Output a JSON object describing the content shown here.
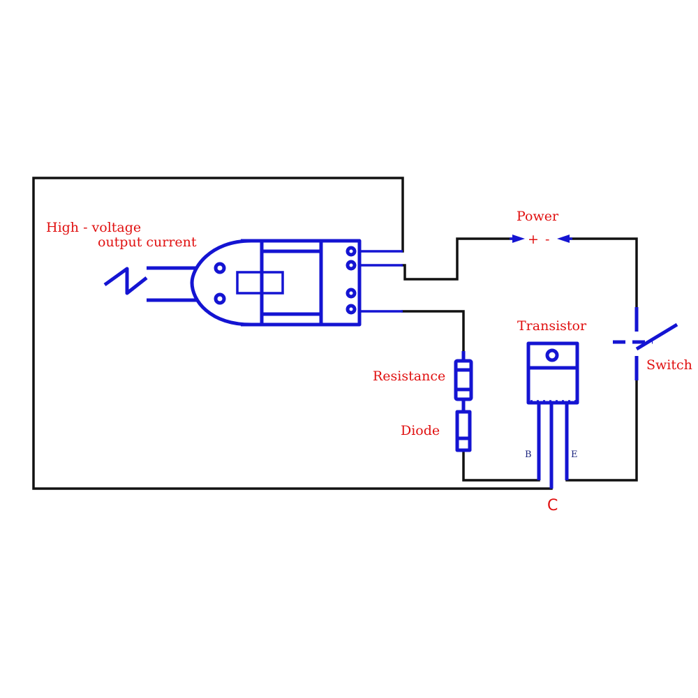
{
  "labels": {
    "hv_line1": "High - voltage",
    "hv_line2": "output current",
    "power": "Power",
    "polarity_plus": "+",
    "polarity_minus": "-",
    "transistor": "Transistor",
    "switch": "Switch",
    "resistance": "Resistance",
    "diode": "Diode",
    "pin_b": "B",
    "pin_e": "E",
    "pin_c": "C"
  },
  "colors": {
    "wire": "#111111",
    "component": "#1414d2",
    "label": "#e01010",
    "pin_label": "#1a237e"
  }
}
